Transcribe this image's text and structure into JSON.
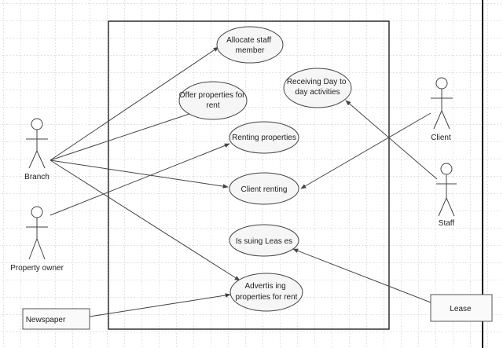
{
  "use_cases": {
    "allocate_staff": [
      "Allocate staff",
      "member"
    ],
    "offer_properties": [
      "Offer properties for",
      "rent"
    ],
    "receiving_day": [
      "Receiving Day to",
      "day activities"
    ],
    "renting_properties": [
      "Renting properties"
    ],
    "client_renting": [
      "Client renting"
    ],
    "issuing_leases": [
      "Is suing Leas es"
    ],
    "advertising": [
      "Advertis ing",
      "properties for rent"
    ]
  },
  "actors": {
    "branch": "Branch",
    "property_owner": "Property owner",
    "client": "Client",
    "staff": "Staff"
  },
  "boxes": {
    "newspaper": "Newspaper",
    "lease": "Lease"
  },
  "colors": {
    "grid": "#c8c8c8",
    "stroke": "#444444",
    "ellipse_fill": "#f6f6f6",
    "boundary": "#111111"
  }
}
